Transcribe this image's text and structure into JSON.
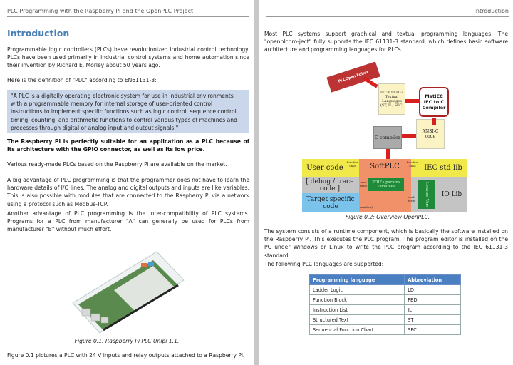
{
  "left": {
    "header": "PLC Programming with the Raspberry Pi and the OpenPLC Project",
    "title": "Introduction",
    "p1": "Programmable logic controllers (PLCs) have revolutionized industrial control technology. PLCs have been used primarily in industrial control systems and home automation since their invention by Richard E. Morley about 50 years ago.",
    "p2": "Here is the definition of \"PLC\" according to EN61131-3:",
    "quote": "\"A PLC is a digitally operating electronic system for use in industrial environments with a programmable memory for internal storage of user-oriented control instructions to implement specific functions such as logic control, sequence control, timing, counting, and arithmetic functions to control various types of machines and processes through digital or analog input and output signals.\"",
    "bold": "The Raspberry Pi is perfectly suitable for an application as a PLC because of its architecture with the GPIO connector, as well as its low price.",
    "p3": "Various ready-made PLCs based on the Raspberry Pi are available on the market.",
    "p4": "A big advantage of PLC programming is that the programmer does not have to learn the hardware details of I/O lines. The analog and digital outputs and inputs are like variables. This is also possible with modules that are connected to the Raspberry Pi via a network using a protocol such as Modbus-TCP.",
    "p5": "Another advantage of PLC programming is the inter-compatibility of PLC systems. Programs for a PLC from manufacturer \"A\" can generally be used for PLCs from manufacturer \"B\" without much effort.",
    "caption": "Figure 0.1: Raspberry Pi PLC Unipi 1.1.",
    "p6": "Figure 0.1 pictures a PLC with 24 V inputs and relay outputs attached to a Raspberry Pi."
  },
  "right": {
    "header": "Introduction",
    "p1": "Most PLC systems support graphical and textual programming languages. The \"openplcpro-ject\" fully supports the IEC 61131-3 standard, which defines basic software architecture and programming languages for PLCs.",
    "diagram": {
      "editor": "PLCOpen Editor",
      "textual": "IEC-61131-3 Textual Languages (ST, IL, SFC)",
      "matiec": "MatIEC IEC to C Compiler",
      "ansic": "ANSI-C code",
      "ccomp": "C compiler",
      "user_code": "User code",
      "softplc": "SoftPLC",
      "iec_lib": "IEC std lib",
      "debug": "[ debug / trace code ]",
      "target": "Target specific code",
      "pou": "POU's params Variables",
      "located": "Located Vars",
      "iolib": "IO Lib",
      "fc1": "function calls",
      "fc2": "function calls",
      "rw1": "read write",
      "rw2": "read write",
      "run": "run(tick)"
    },
    "caption": "Figure 0.2: Overview OpenPLC.",
    "p2": "The system consists of a runtime component, which is basically the software installed on the Raspberry Pi. This executes the PLC program. The program editor is installed on the PC under Windows or Linux to write the PLC program according to the IEC 61131-3 standard.",
    "p3": "The following PLC languages are supported:",
    "table": {
      "headers": [
        "Programming language",
        "Abbreviation"
      ],
      "rows": [
        [
          "Ladder Logic",
          "LD"
        ],
        [
          "Function Block",
          "FBD"
        ],
        [
          "Instruction List",
          "IL"
        ],
        [
          "Structured Text",
          "ST"
        ],
        [
          "Sequential Function Chart",
          "SFC"
        ]
      ]
    }
  }
}
